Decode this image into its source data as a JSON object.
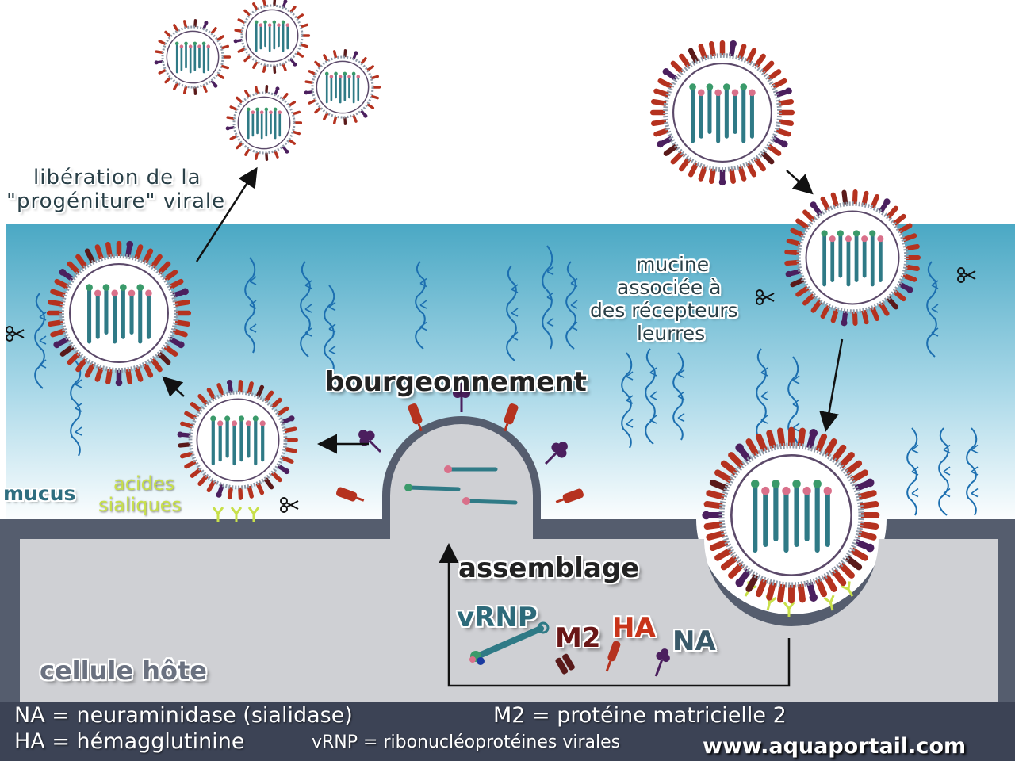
{
  "labels": {
    "liberation_line1": "libération de la",
    "liberation_line2": "\"progéniture\" virale",
    "mucine_line1": "mucine",
    "mucine_line2": "associée à",
    "mucine_line3": "des récepteurs",
    "mucine_line4": "leurres",
    "bourgeonnement": "bourgeonnement",
    "mucus": "mucus",
    "acides_line1": "acides",
    "acides_line2": "sialiques",
    "assemblage": "assemblage",
    "vrnp": "vRNP",
    "m2": "M2",
    "ha": "HA",
    "na": "NA",
    "cellule": "cellule hôte"
  },
  "legend": {
    "na_def": "NA = neuraminidase (sialidase)",
    "ha_def": "HA = hémagglutinine",
    "m2_def": "M2 = protéine matricielle 2",
    "vrnp_def": "vRNP = ribonucléoprotéines virales",
    "website": "www.aquaportail.com"
  },
  "colors": {
    "mucus_top": "#4aa8c4",
    "mucus_bottom": "#ffffff",
    "membrane": "#555d6e",
    "cytoplasm": "#cfd0d4",
    "legend_bg": "#3c4355",
    "ha_spike": "#b5321f",
    "na_spike": "#4b1f5e",
    "m2": "#5a1a1a",
    "vrnp": "#2f7a86",
    "sialic": "#c8e04a",
    "mucin": "#1c6fb0",
    "green_text": "#c8e04a",
    "ha_text": "#c8341a",
    "m2_text": "#6a1616",
    "vrnp_text": "#2d6a7a",
    "na_text": "#3a5a6a"
  }
}
